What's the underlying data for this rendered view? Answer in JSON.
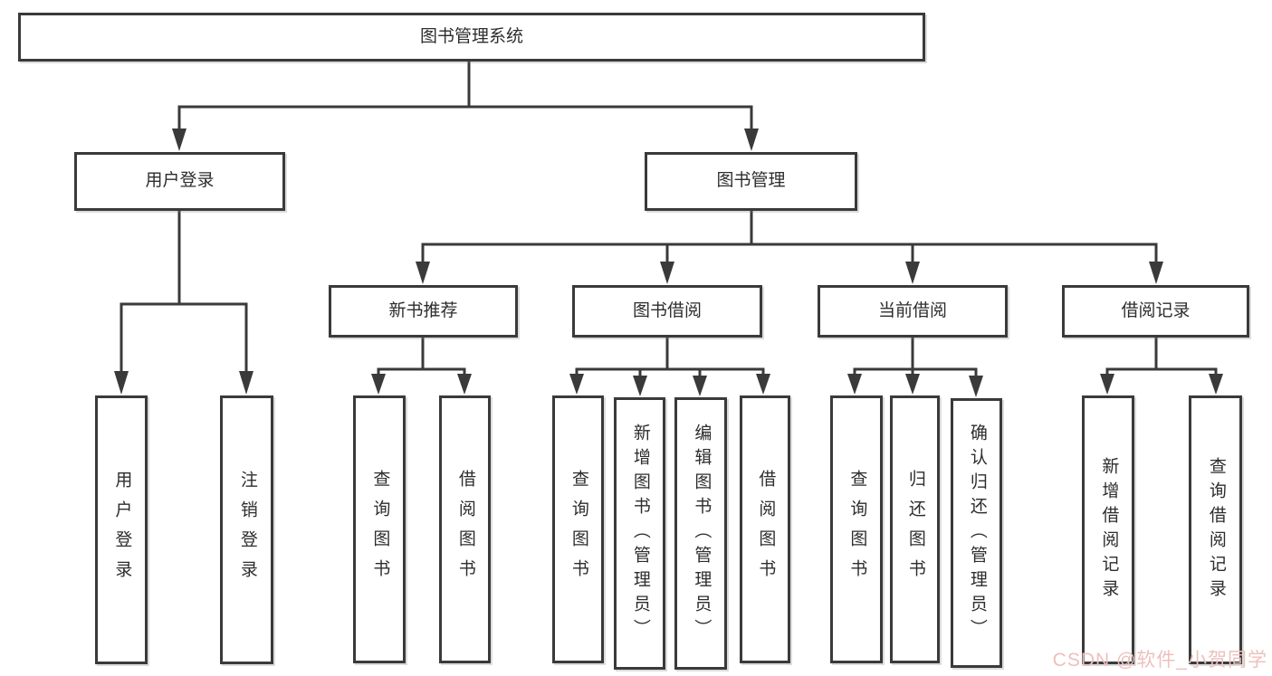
{
  "diagram": {
    "tree": {
      "root": {
        "label": "图书管理系统"
      },
      "branches": [
        {
          "label": "用户登录",
          "children": [
            {
              "label": "用户登录"
            },
            {
              "label": "注销登录"
            }
          ]
        },
        {
          "label": "图书管理",
          "children": [
            {
              "label": "新书推荐",
              "children": [
                {
                  "label": "查询图书"
                },
                {
                  "label": "借阅图书"
                }
              ]
            },
            {
              "label": "图书借阅",
              "children": [
                {
                  "label": "查询图书"
                },
                {
                  "label": "新增图书（管理员）"
                },
                {
                  "label": "编辑图书（管理员）"
                },
                {
                  "label": "借阅图书"
                }
              ]
            },
            {
              "label": "当前借阅",
              "children": [
                {
                  "label": "查询图书"
                },
                {
                  "label": "归还图书"
                },
                {
                  "label": "确认归还（管理员）"
                }
              ]
            },
            {
              "label": "借阅记录",
              "children": [
                {
                  "label": "新增借阅记录"
                },
                {
                  "label": "查询借阅记录"
                }
              ]
            }
          ]
        }
      ]
    },
    "colors": {
      "line": "#3a3a3a",
      "text": "#2d2d2d",
      "box_background": "#ffffff",
      "watermark": "#edc0bd",
      "background": "#ffffff"
    }
  },
  "watermark": {
    "text": "CSDN @软件_小贺同学"
  }
}
